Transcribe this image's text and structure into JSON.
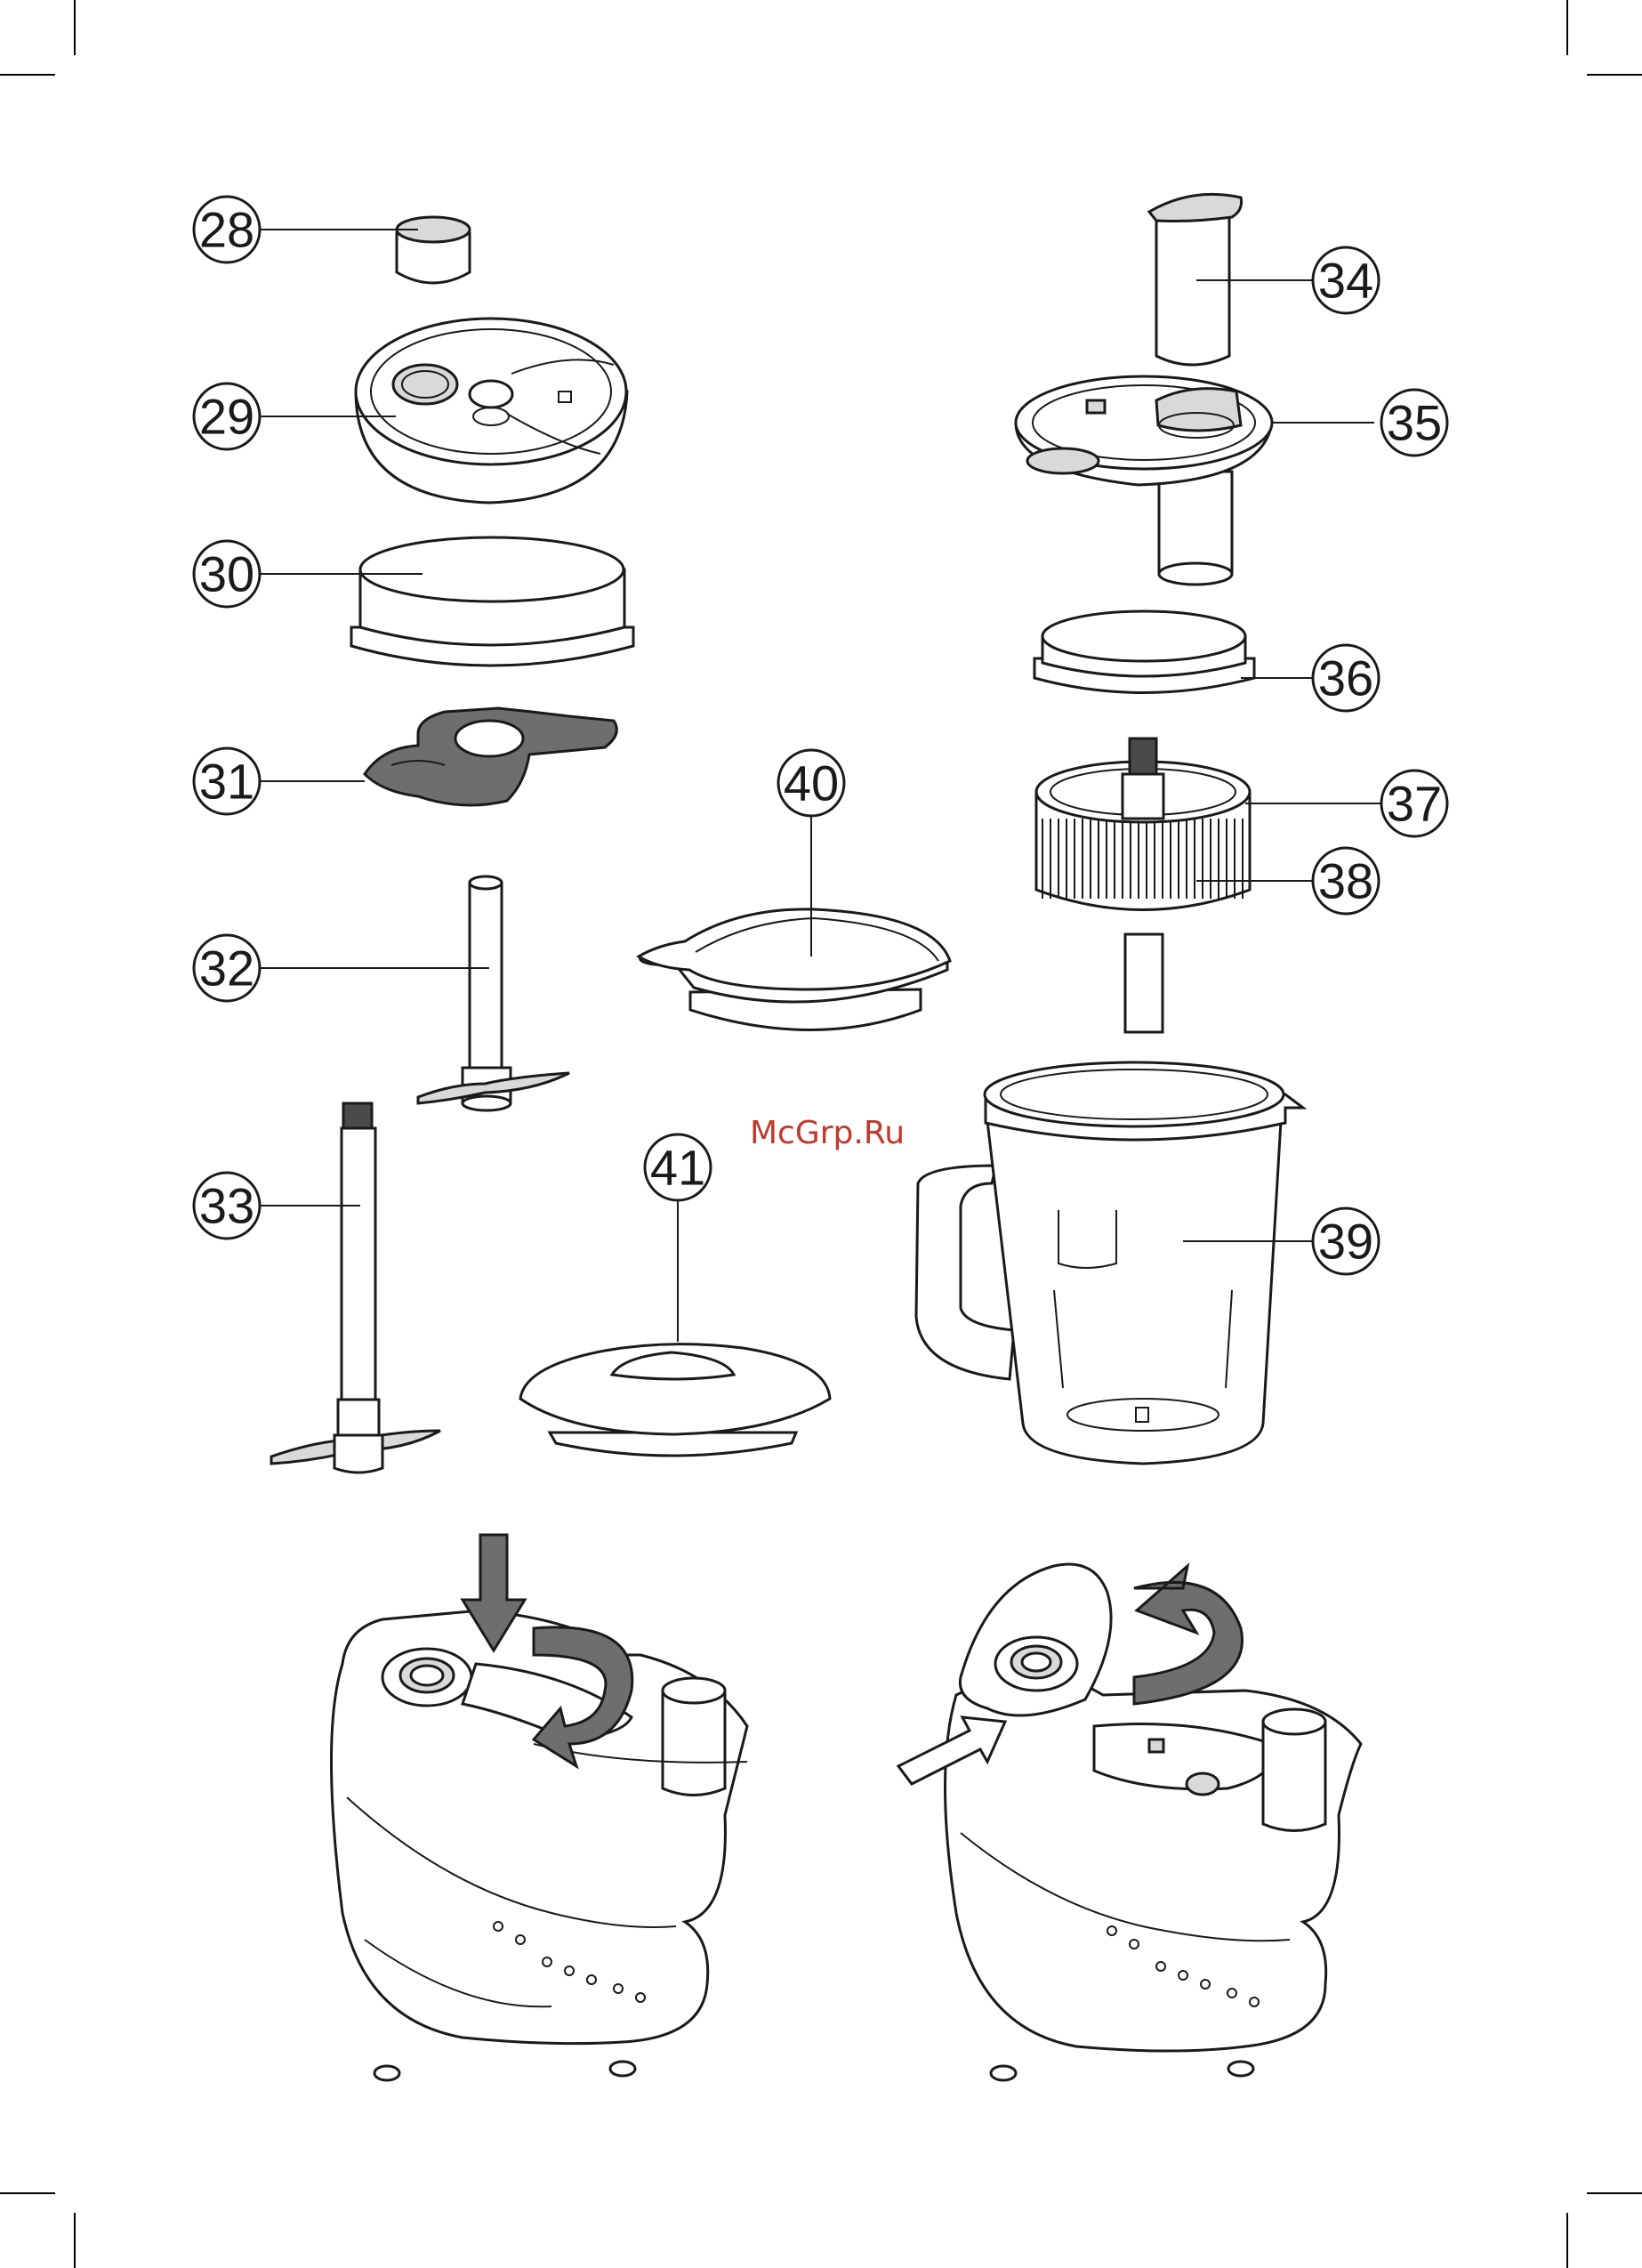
{
  "watermark": {
    "text": "McGrp.Ru",
    "color": "#c0392b"
  },
  "callouts": {
    "c28": "28",
    "c29": "29",
    "c30": "30",
    "c31": "31",
    "c32": "32",
    "c33": "33",
    "c34": "34",
    "c35": "35",
    "c36": "36",
    "c37": "37",
    "c38": "38",
    "c39": "39",
    "c40": "40",
    "c41": "41"
  },
  "colors": {
    "line": "#1a1a1a",
    "arrow": "#555555",
    "part_dark": "#6e6e6e"
  }
}
